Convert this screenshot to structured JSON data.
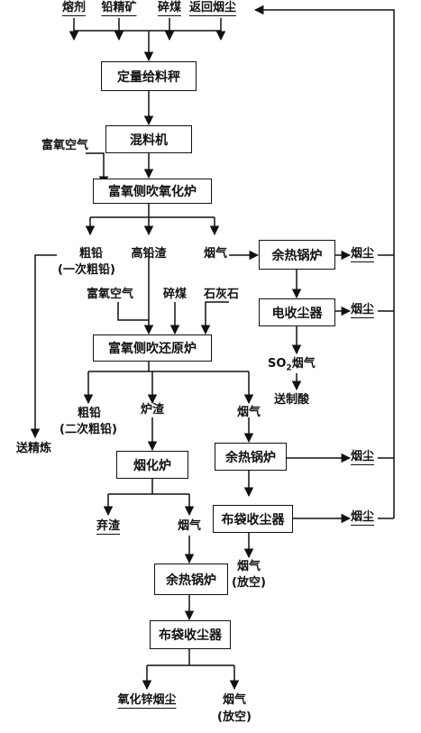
{
  "inputs": {
    "flux": "熔剂",
    "lead_concentrate": "铅精矿",
    "crushed_coal": "碎煤",
    "return_dust": "返回烟尘"
  },
  "boxes": {
    "feeder": "定量给料秤",
    "mixer": "混料机",
    "oxidation_furnace": "富氧侧吹氧化炉",
    "reduction_furnace": "富氧侧吹还原炉",
    "waste_heat_boiler_1": "余热锅炉",
    "electrostatic_precipitator": "电收尘器",
    "fuming_furnace": "烟化炉",
    "waste_heat_boiler_2": "余热锅炉",
    "bag_filter_1": "布袋收尘器",
    "waste_heat_boiler_3": "余热锅炉",
    "bag_filter_2": "布袋收尘器"
  },
  "labels": {
    "oxygen_air_1": "富氧空气",
    "crude_lead_1": "粗铅",
    "crude_lead_1_note": "(一次粗铅)",
    "high_lead_slag": "高铅渣",
    "flue_gas_1": "烟气",
    "dust_1": "烟尘",
    "dust_2": "烟尘",
    "oxygen_air_2": "富氧空气",
    "crushed_coal_2": "碎煤",
    "limestone": "石灰石",
    "so2_gas": "SO",
    "so2_gas_sub": "2",
    "so2_gas_suffix": "烟气",
    "to_acid": "送制酸",
    "to_refining": "送精炼",
    "crude_lead_2": "粗铅",
    "crude_lead_2_note": "(二次粗铅)",
    "furnace_slag": "炉渣",
    "flue_gas_2": "烟气",
    "dust_3": "烟尘",
    "dust_4": "烟尘",
    "discard_slag": "弃渣",
    "flue_gas_3": "烟气",
    "flue_gas_4": "烟气",
    "vent_1": "(放空)",
    "zinc_oxide_dust": "氧化锌烟尘",
    "flue_gas_5": "烟气",
    "vent_2": "(放空)"
  }
}
